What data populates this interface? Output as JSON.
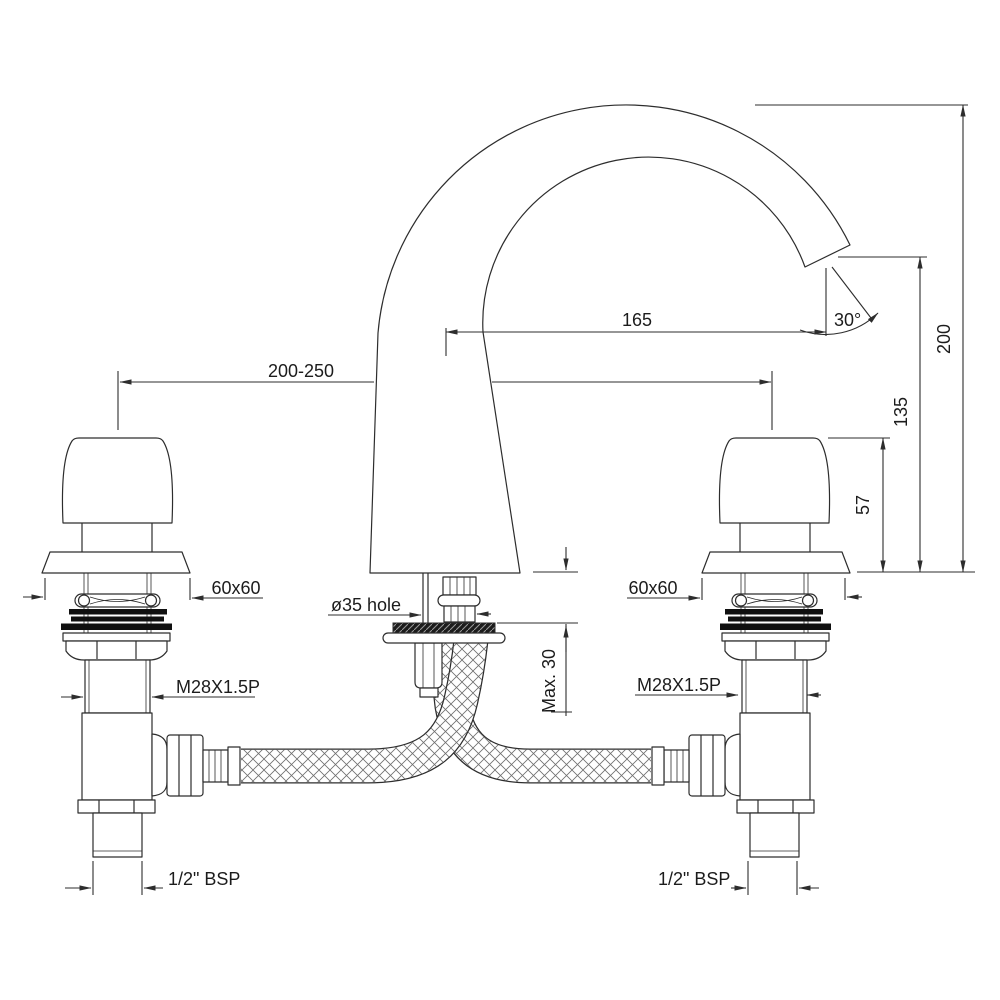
{
  "drawing": {
    "kind": "basin-mixer-installation-drawing",
    "dimensions": {
      "spout_reach": "165",
      "spout_angle": "30°",
      "height_total": "200",
      "height_spout_outlet": "135",
      "height_handle": "57",
      "handle_spread": "200-250",
      "escutcheon_size_left": "60x60",
      "escutcheon_size_right": "60x60",
      "mounting_hole": "ø35 hole",
      "max_deck_thickness": "Max. 30",
      "thread_size_left": "M28X1.5P",
      "thread_size_right": "M28X1.5P",
      "inlet_connection_left": "1/2\" BSP",
      "inlet_connection_right": "1/2\" BSP"
    },
    "colors": {
      "background": "#ffffff",
      "line": "#2d2d2d",
      "text": "#1c1c1c",
      "seal_black": "#101010",
      "braid_gray": "#6f6f6f",
      "hatch_gray": "#9a9a9a"
    }
  }
}
